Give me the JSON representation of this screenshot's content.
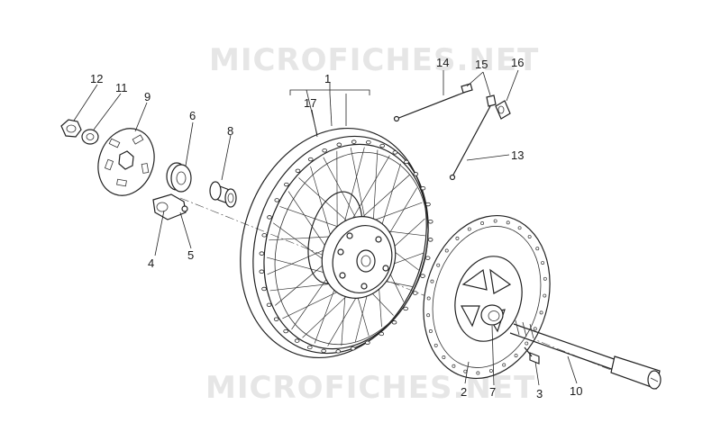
{
  "watermark": {
    "top_text": "MICROFICHES.NET",
    "bottom_text": "MICROFICHES.NET"
  },
  "labels": {
    "l1": "1",
    "l2": "2",
    "l3": "3",
    "l4": "4",
    "l5": "5",
    "l6": "6",
    "l7": "7",
    "l8": "8",
    "l9": "9",
    "l10": "10",
    "l11": "11",
    "l12": "12",
    "l13": "13",
    "l14": "14",
    "l15": "15",
    "l16": "16",
    "l17": "17"
  },
  "colors": {
    "ink": "#222222",
    "watermark": "#e6e6e6",
    "background": "#ffffff"
  }
}
